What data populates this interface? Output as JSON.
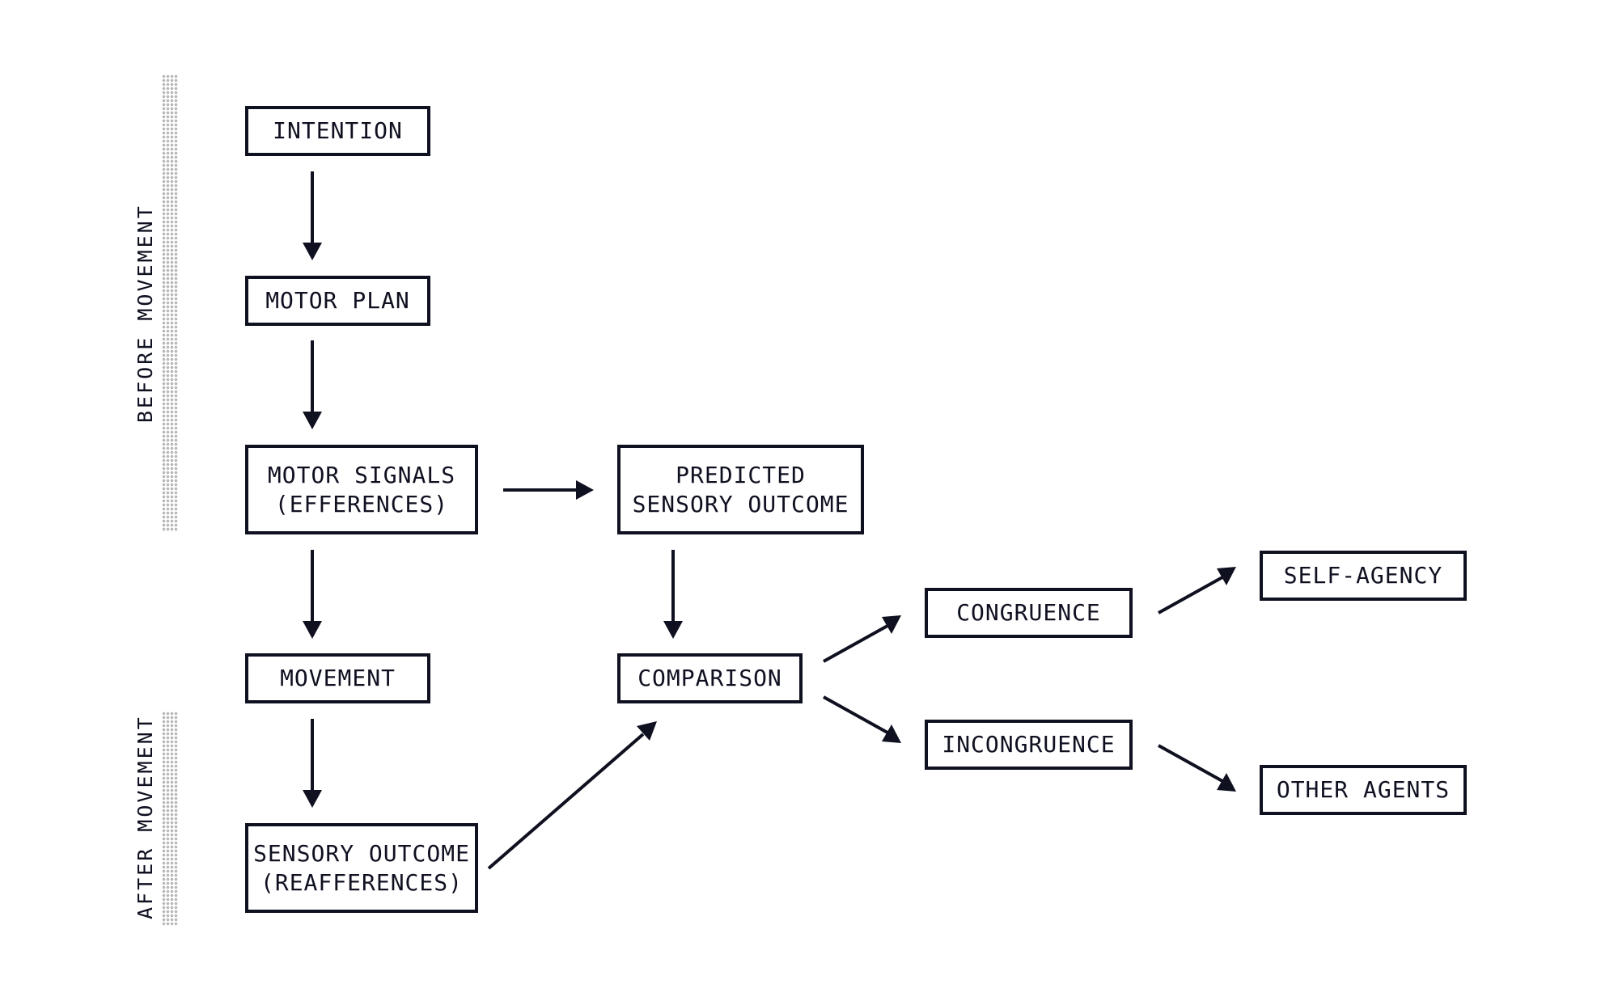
{
  "diagram": {
    "phases": {
      "before": "BEFORE MOVEMENT",
      "after": "AFTER MOVEMENT"
    },
    "nodes": {
      "intention": [
        "INTENTION"
      ],
      "motor_plan": [
        "MOTOR PLAN"
      ],
      "motor_signals": [
        "MOTOR SIGNALS",
        "(EFFERENCES)"
      ],
      "predicted": [
        "PREDICTED",
        "SENSORY OUTCOME"
      ],
      "movement": [
        "MOVEMENT"
      ],
      "comparison": [
        "COMPARISON"
      ],
      "sensory_outcome": [
        "SENSORY OUTCOME",
        "(REAFFERENCES)"
      ],
      "congruence": [
        "CONGRUENCE"
      ],
      "incongruence": [
        "INCONGRUENCE"
      ],
      "self_agency": [
        "SELF-AGENCY"
      ],
      "other_agents": [
        "OTHER AGENTS"
      ]
    },
    "edges": [
      [
        "intention",
        "motor_plan"
      ],
      [
        "motor_plan",
        "motor_signals"
      ],
      [
        "motor_signals",
        "predicted"
      ],
      [
        "motor_signals",
        "movement"
      ],
      [
        "predicted",
        "comparison"
      ],
      [
        "movement",
        "sensory_outcome"
      ],
      [
        "sensory_outcome",
        "comparison"
      ],
      [
        "comparison",
        "congruence"
      ],
      [
        "comparison",
        "incongruence"
      ],
      [
        "congruence",
        "self_agency"
      ],
      [
        "incongruence",
        "other_agents"
      ]
    ],
    "colors": {
      "ink": "#0f1020",
      "dots": "#b8b8b8"
    }
  }
}
